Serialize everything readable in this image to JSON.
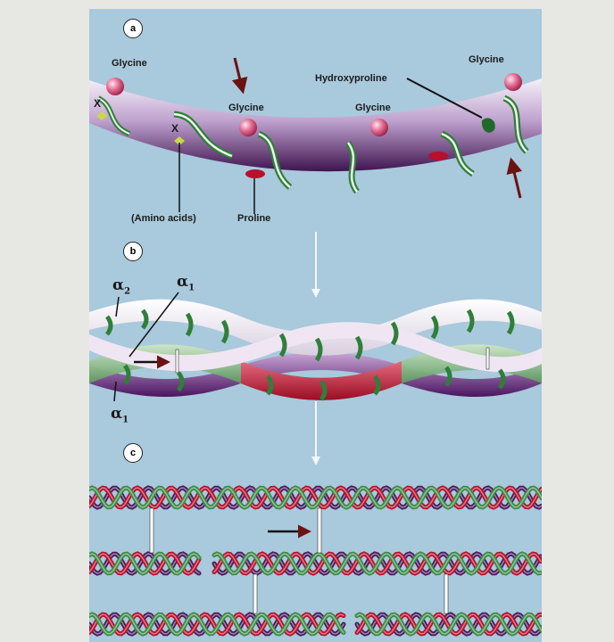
{
  "panels": {
    "a": "a",
    "b": "b",
    "c": "c"
  },
  "labels": {
    "glycine_left": "Glycine",
    "glycine_mid": "Glycine",
    "glycine_center": "Glycine",
    "glycine_right": "Glycine",
    "hydroxyproline": "Hydroxyproline",
    "x_left": "X",
    "x_mid": "X",
    "amino_acids": "(Amino acids)",
    "proline": "Proline"
  },
  "chains": {
    "alpha2_letter": "α",
    "alpha2_sub": "2",
    "alpha1_top_letter": "α",
    "alpha1_top_sub": "1",
    "alpha1_bottom_letter": "α",
    "alpha1_bottom_sub": "1"
  },
  "colors": {
    "background": "#a9c9dc",
    "purple_dark": "#4b1a5c",
    "purple_light": "#e9dcef",
    "green": "#2f7f3a",
    "red": "#b8102a",
    "glycine_pink": "#d44a76",
    "arrow": "#6b1212"
  }
}
